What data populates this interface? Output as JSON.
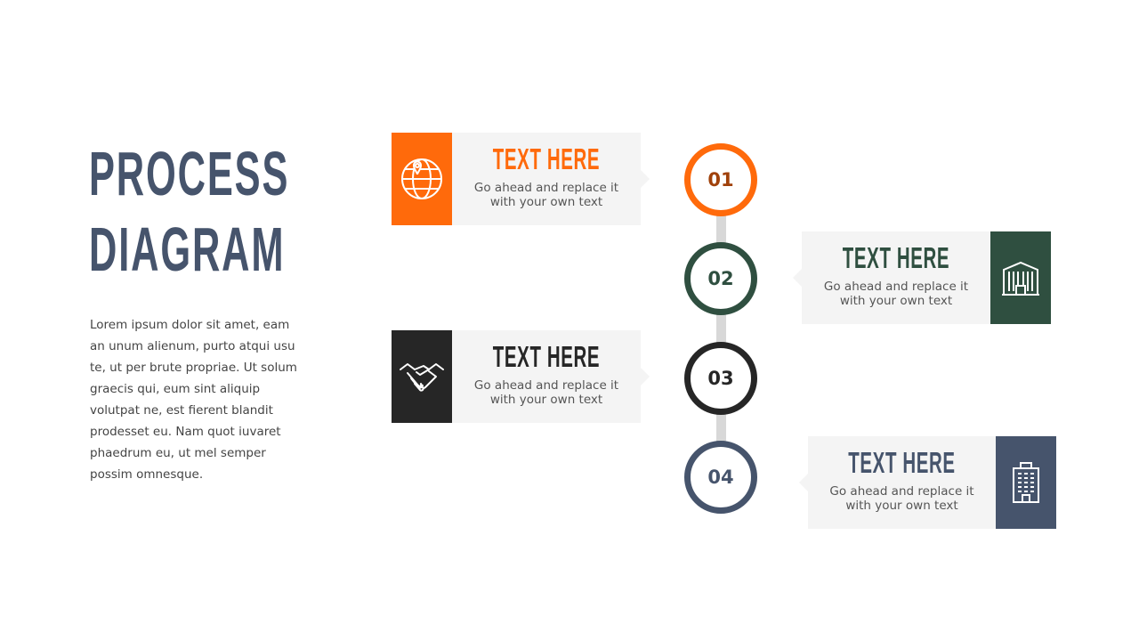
{
  "title": {
    "line1": "PROCESS",
    "line2": "DIAGRAM"
  },
  "body": "Lorem ipsum dolor sit amet, eam an unum alienum, purto atqui usu te, ut per brute propriae. Ut solum graecis qui, eum sint aliquip volutpat ne, est fierent blandit prodesset eu. Nam quot iuvaret phaedrum eu, ut mel semper possim omnesque.",
  "colors": {
    "orange": "#ff6a0b",
    "green": "#2f4f40",
    "dark": "#262626",
    "slate": "#46546c",
    "card_bg": "#f4f4f4"
  },
  "steps": [
    {
      "number": "01",
      "heading": "TEXT HERE",
      "description": "Go ahead and replace it with your own text",
      "icon": "globe-pin-icon"
    },
    {
      "number": "02",
      "heading": "TEXT HERE",
      "description": "Go ahead and replace it with your own text",
      "icon": "office-building-icon"
    },
    {
      "number": "03",
      "heading": "TEXT HERE",
      "description": "Go ahead and replace it with your own text",
      "icon": "handshake-icon"
    },
    {
      "number": "04",
      "heading": "TEXT HERE",
      "description": "Go ahead and replace it with your own text",
      "icon": "tower-building-icon"
    }
  ]
}
